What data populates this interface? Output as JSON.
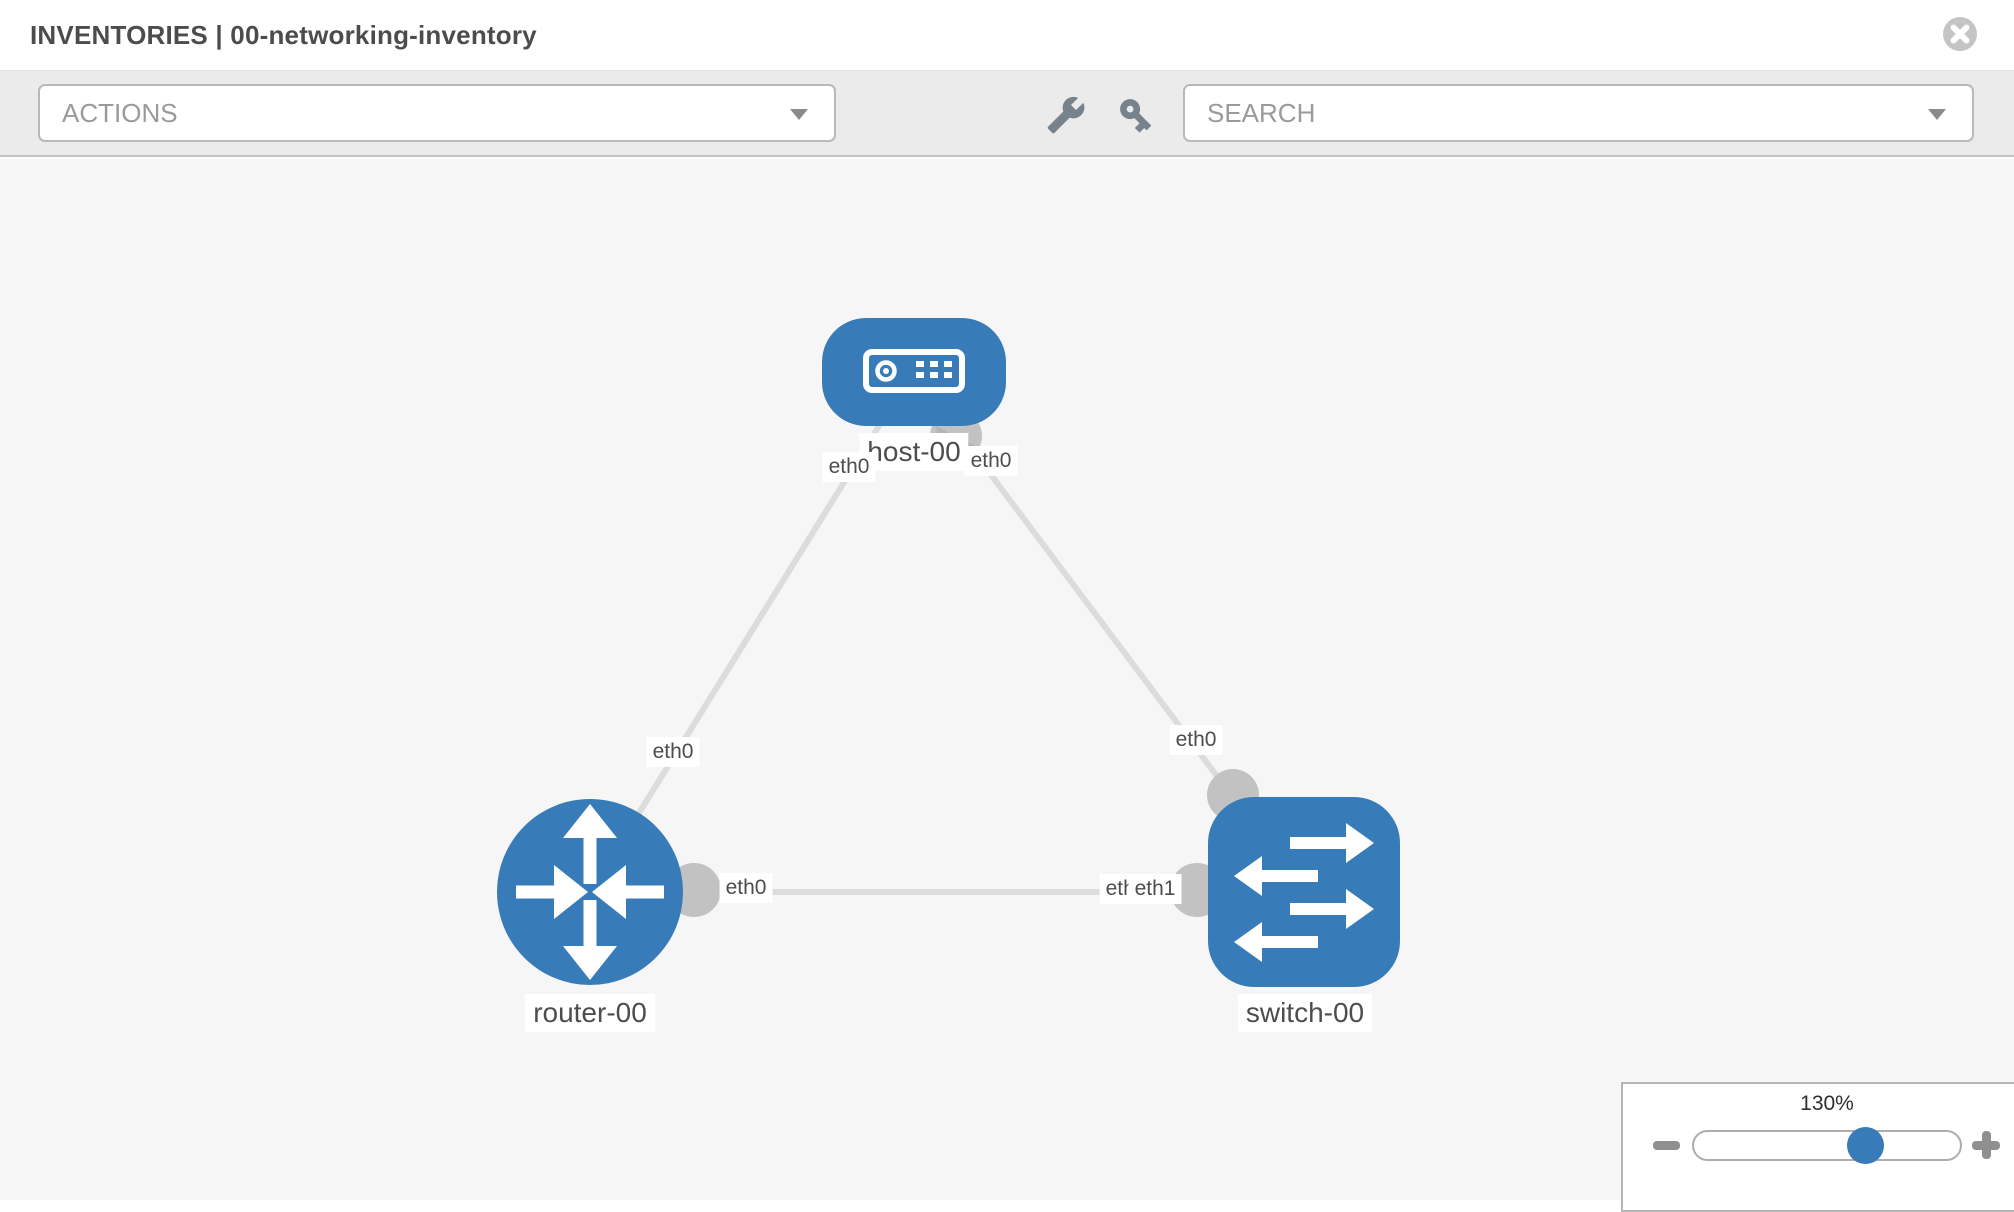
{
  "header": {
    "title": "INVENTORIES | 00-networking-inventory"
  },
  "toolbar": {
    "actions_label": "ACTIONS",
    "search_placeholder": "SEARCH",
    "icons": [
      "wrench-icon",
      "key-icon"
    ]
  },
  "graph": {
    "nodes": [
      {
        "id": "host-00",
        "label": "host-00",
        "type": "host",
        "icon": "host-icon"
      },
      {
        "id": "router-00",
        "label": "router-00",
        "type": "router",
        "icon": "router-icon"
      },
      {
        "id": "switch-00",
        "label": "switch-00",
        "type": "switch",
        "icon": "switch-icon"
      }
    ],
    "links": [
      {
        "from": "host-00",
        "to": "router-00",
        "from_iface": "eth0",
        "to_iface": "eth0"
      },
      {
        "from": "host-00",
        "to": "switch-00",
        "from_iface": "eth0",
        "to_iface": "eth0"
      },
      {
        "from": "router-00",
        "to": "switch-00",
        "from_iface": "eth0",
        "to_iface": "eth1"
      }
    ],
    "labels": {
      "host": "host-00",
      "router": "router-00",
      "switch": "switch-00",
      "host_eth_left": "eth0",
      "host_eth_right": "eth0",
      "link_host_router_mid": "eth0",
      "link_host_switch_mid": "eth0",
      "router_eth": "eth0",
      "switch_eth_back": "eth0",
      "switch_eth_front": "eth1"
    }
  },
  "zoom_control": {
    "level": "130%"
  },
  "colors": {
    "node_blue": "#377cb8",
    "edge_gray": "#dcdcdc",
    "port_gray": "#c2c2c2",
    "canvas_bg": "#f6f6f6",
    "toolbar_bg": "#ebebeb"
  }
}
